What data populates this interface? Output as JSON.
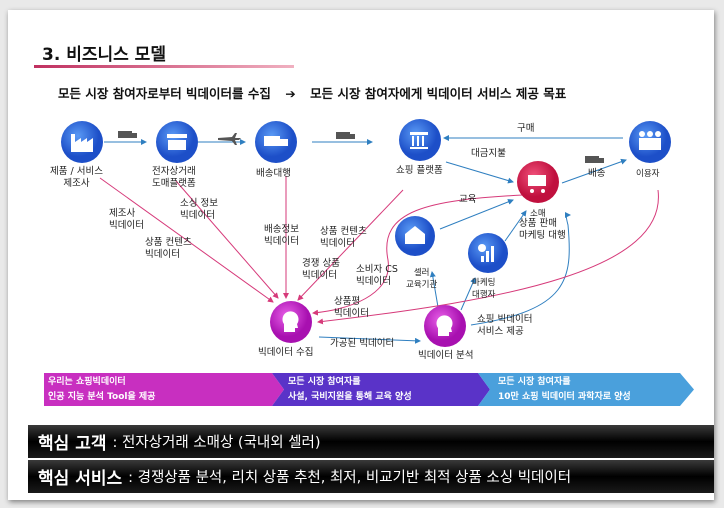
{
  "title": "3. 비즈니스 모델",
  "subtitle": {
    "left": "모든 시장 참여자로부터 빅데이터를 수집",
    "arrow": "➔",
    "right": "모든 시장 참여자에게  빅데이터 서비스 제공 목표"
  },
  "nodes": {
    "manufacturer": "제품 / 서비스\n제조사",
    "wholesale": "전자상거래\n도매플랫폼",
    "delivery": "배송대행",
    "shopping_platform": "쇼핑 플랫폼",
    "retail": "소매",
    "user": "이용자",
    "seller_edu": "셀러\n교육기관",
    "marketing": "마케팅\n대행자",
    "bigdata_collect": "빅데이터 수집",
    "bigdata_analysis": "빅데이터 분석"
  },
  "edges": {
    "purchase": "구매",
    "payment": "대금지불",
    "shipping": "배송",
    "education": "교육",
    "sales_marketing": "상품 판매\n마케팅 대행",
    "manufacturer_data": "제조사\n빅데이터",
    "content_data_1": "상품 컨텐츠\n빅데이터",
    "sourcing_data": "소싱 정보\n빅데이터",
    "delivery_data": "배송정보\n빅데이터",
    "content_data_2": "상품 컨텐츠\n빅데이터",
    "competitor_data": "경쟁 상품\n빅데이터",
    "consumer_cs_data": "소비자 CS\n빅데이터",
    "review_data": "상품평\n빅데이터",
    "processed_data": "가공된 빅데이터",
    "service": "쇼핑 빅데이터\n서비스 제공"
  },
  "chevrons": [
    {
      "line1": "우리는 쇼핑빅데이터",
      "line2": "인공 지능 분석 Tool을 제공",
      "color": "#c82fc0"
    },
    {
      "line1": "모든 시장 참여자를",
      "line2": "사설, 국비지원을 통해 교육 양성",
      "color": "#5a33c8"
    },
    {
      "line1": "모든 시장 참여자를",
      "line2": "10만 쇼핑 빅데이터 과학자로 양성",
      "color": "#4aa0dc"
    }
  ],
  "core": [
    {
      "label": "핵심 고객",
      "value": ": 전자상거래 소매상 (국내외 셀러)"
    },
    {
      "label": "핵심 서비스",
      "value": ": 경쟁상품 분석, 리치 상품 추천, 최저, 비교기반 최적 상품 소싱 빅데이터"
    }
  ],
  "colors": {
    "blue_node": "#2f6fe0",
    "retail": "#d8204f",
    "bigdata": "#c020c0",
    "pink_edge": "#d63a7a",
    "blue_edge": "#2f7fc0"
  }
}
